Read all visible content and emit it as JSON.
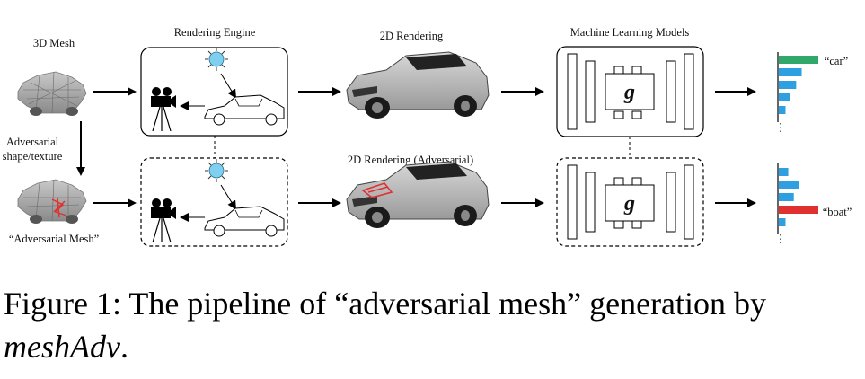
{
  "labels": {
    "mesh_3d": "3D Mesh",
    "rendering_engine": "Rendering Engine",
    "rendering_2d": "2D Rendering",
    "ml_models": "Machine Learning Models",
    "adv_shape_line1": "Adversarial",
    "adv_shape_line2": "shape/texture",
    "adv_mesh": "“Adversarial Mesh”",
    "rendering_2d_adv": "2D Rendering (Adversarial)",
    "model_symbol": "g",
    "class_top": "“car”",
    "class_bottom": "“boat”",
    "ellipsis": "⋮"
  },
  "colors": {
    "top_highlight": "#2fa86a",
    "bottom_highlight": "#e03030",
    "bar_default": "#2e9fe0",
    "sun": "#7fd0f0"
  },
  "top_bars": [
    {
      "value": 1.0,
      "highlight": true
    },
    {
      "value": 0.58,
      "highlight": false
    },
    {
      "value": 0.44,
      "highlight": false
    },
    {
      "value": 0.28,
      "highlight": false
    },
    {
      "value": 0.17,
      "highlight": false
    }
  ],
  "bottom_bars": [
    {
      "value": 0.24,
      "highlight": false
    },
    {
      "value": 0.5,
      "highlight": false
    },
    {
      "value": 0.38,
      "highlight": false
    },
    {
      "value": 1.0,
      "highlight": true
    },
    {
      "value": 0.17,
      "highlight": false
    }
  ],
  "caption": {
    "prefix": "Figure 1: The pipeline of “adversarial mesh” generation by",
    "italic": "meshAdv",
    "suffix": "."
  }
}
